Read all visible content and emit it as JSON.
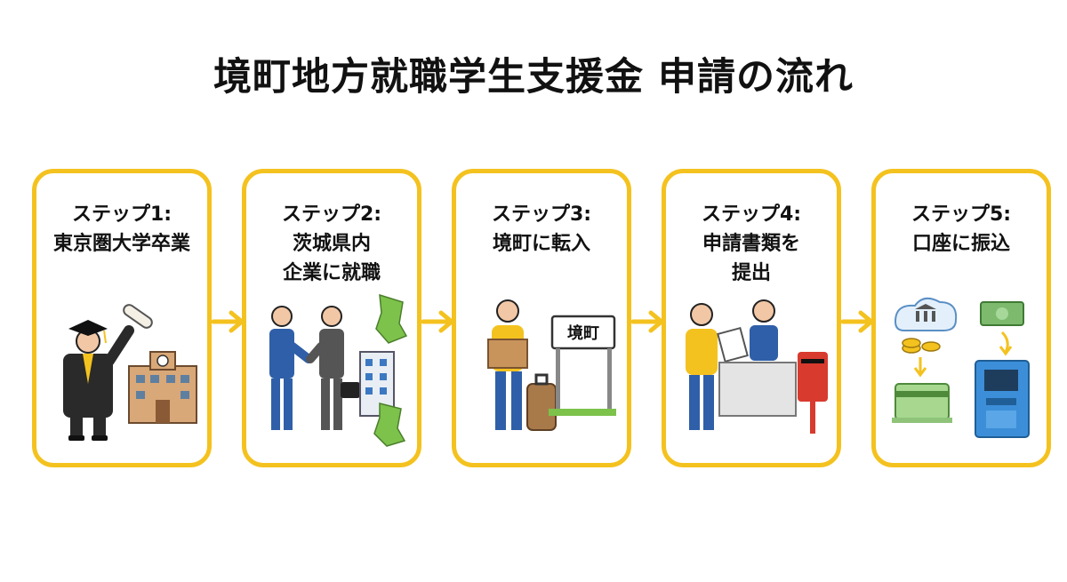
{
  "title": "境町地方就職学生支援金 申請の流れ",
  "sign_text": "境町",
  "colors": {
    "accent": "#F4C21F",
    "suit": "#2F5FA8",
    "gown": "#2A2A2A",
    "mailbox": "#D83A2E",
    "ibaraki": "#7DC24B"
  },
  "steps": [
    {
      "label": "ステップ1:",
      "lines": [
        "東京圏大学卒業"
      ],
      "icons": [
        "graduate-icon",
        "diploma-icon",
        "university-building-icon"
      ]
    },
    {
      "label": "ステップ2:",
      "lines": [
        "茨城県内",
        "企業に就職"
      ],
      "icons": [
        "handshake-icon",
        "office-building-icon",
        "ibaraki-map-icon"
      ]
    },
    {
      "label": "ステップ3:",
      "lines": [
        "境町に転入"
      ],
      "icons": [
        "person-carrying-box-icon",
        "suitcase-icon",
        "town-sign-icon"
      ]
    },
    {
      "label": "ステップ4:",
      "lines": [
        "申請書類を",
        "提出"
      ],
      "icons": [
        "person-submitting-document-icon",
        "counter-clerk-icon",
        "mailbox-icon"
      ]
    },
    {
      "label": "ステップ5:",
      "lines": [
        "口座に振込"
      ],
      "icons": [
        "bank-cloud-icon",
        "coins-icon",
        "cash-icon",
        "bank-card-icon",
        "atm-icon"
      ]
    }
  ]
}
